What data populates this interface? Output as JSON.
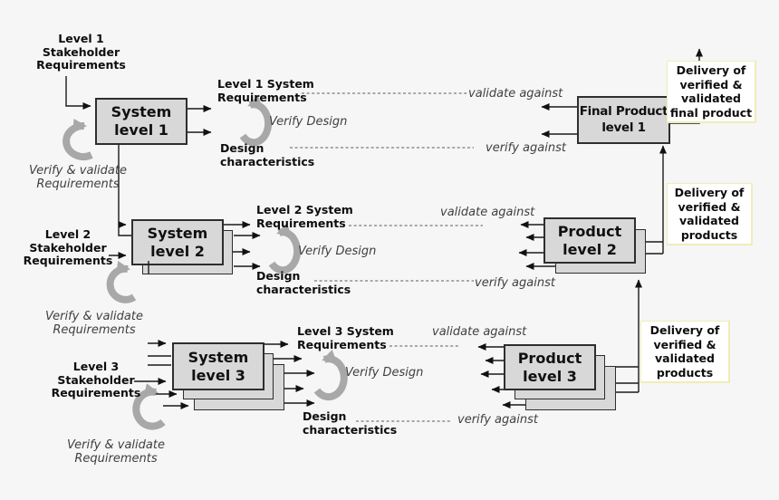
{
  "colors": {
    "background": "#f6f6f6",
    "box_fill": "#d8d8d8",
    "box_border": "#2e2e2e",
    "swoosh_gray": "#a8a8a8",
    "dashed_line": "#7a7a7a",
    "delivery_bg": "#ffffff",
    "delivery_border": "#f0ecba"
  },
  "levels": [
    {
      "stakeholder": "Level 1\nStakeholder\nRequirements",
      "system_box": "System\nlevel 1",
      "system_requirements": "Level 1 System\nRequirements",
      "verify_design": "Verify Design",
      "design_characteristics": "Design\ncharacteristics",
      "validate_against": "validate against",
      "verify_against": "verify against",
      "verify_validate": "Verify & validate\nRequirements",
      "product_box": "Final Product\nlevel 1",
      "delivery": "Delivery of\nverified &\nvalidated\nfinal product"
    },
    {
      "stakeholder": "Level 2\nStakeholder\nRequirements",
      "system_box": "System\nlevel 2",
      "system_requirements": "Level 2 System\nRequirements",
      "verify_design": "Verify Design",
      "design_characteristics": "Design\ncharacteristics",
      "validate_against": "validate against",
      "verify_against": "verify against",
      "verify_validate": "Verify & validate\nRequirements",
      "product_box": "Product\nlevel 2",
      "delivery": "Delivery of\nverified &\nvalidated\nproducts"
    },
    {
      "stakeholder": "Level 3\nStakeholder\nRequirements",
      "system_box": "System\nlevel 3",
      "system_requirements": "Level 3 System\nRequirements",
      "verify_design": "Verify Design",
      "design_characteristics": "Design\ncharacteristics",
      "validate_against": "validate against",
      "verify_against": "verify against",
      "verify_validate": "Verify & validate\nRequirements",
      "product_box": "Product\nlevel 3",
      "delivery": "Delivery of\nverified &\nvalidated\nproducts"
    }
  ]
}
